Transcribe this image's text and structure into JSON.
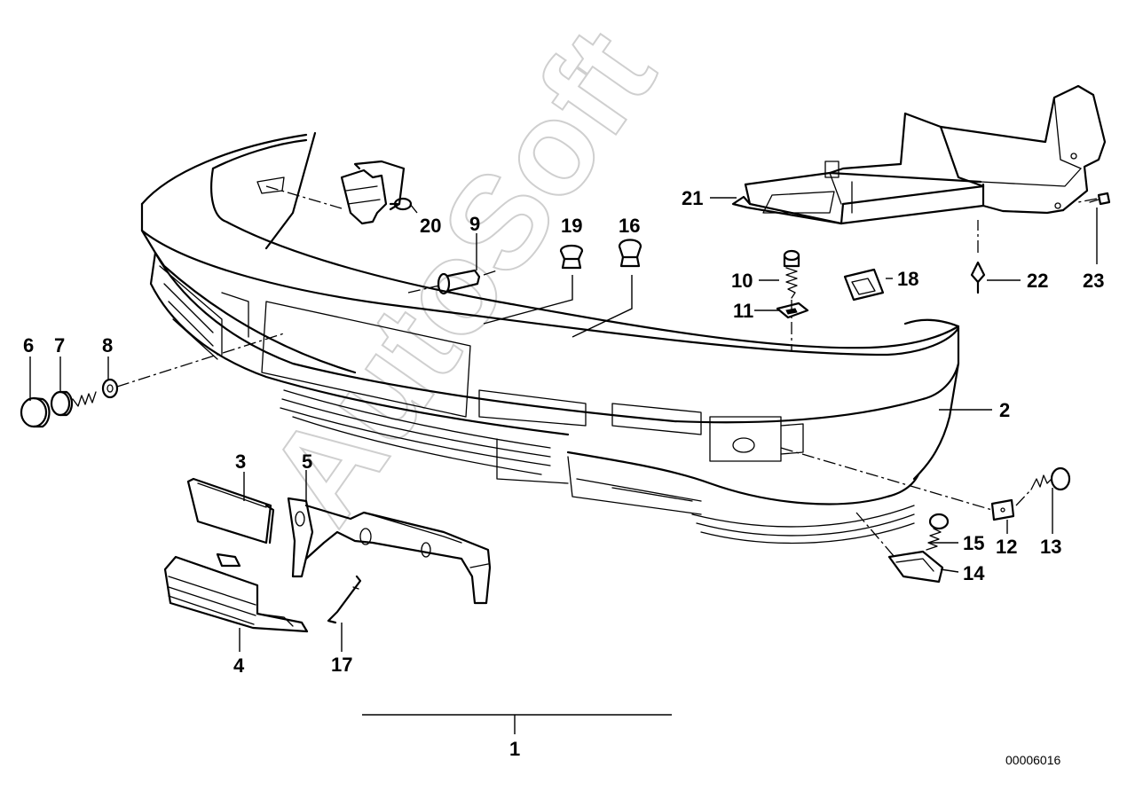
{
  "diagram": {
    "watermark": "AutoSoft",
    "diagram_id": "00006016",
    "callouts": [
      "1",
      "2",
      "3",
      "4",
      "5",
      "6",
      "7",
      "8",
      "9",
      "10",
      "11",
      "12",
      "13",
      "14",
      "15",
      "16",
      "17",
      "18",
      "19",
      "20",
      "21",
      "22",
      "23"
    ]
  }
}
